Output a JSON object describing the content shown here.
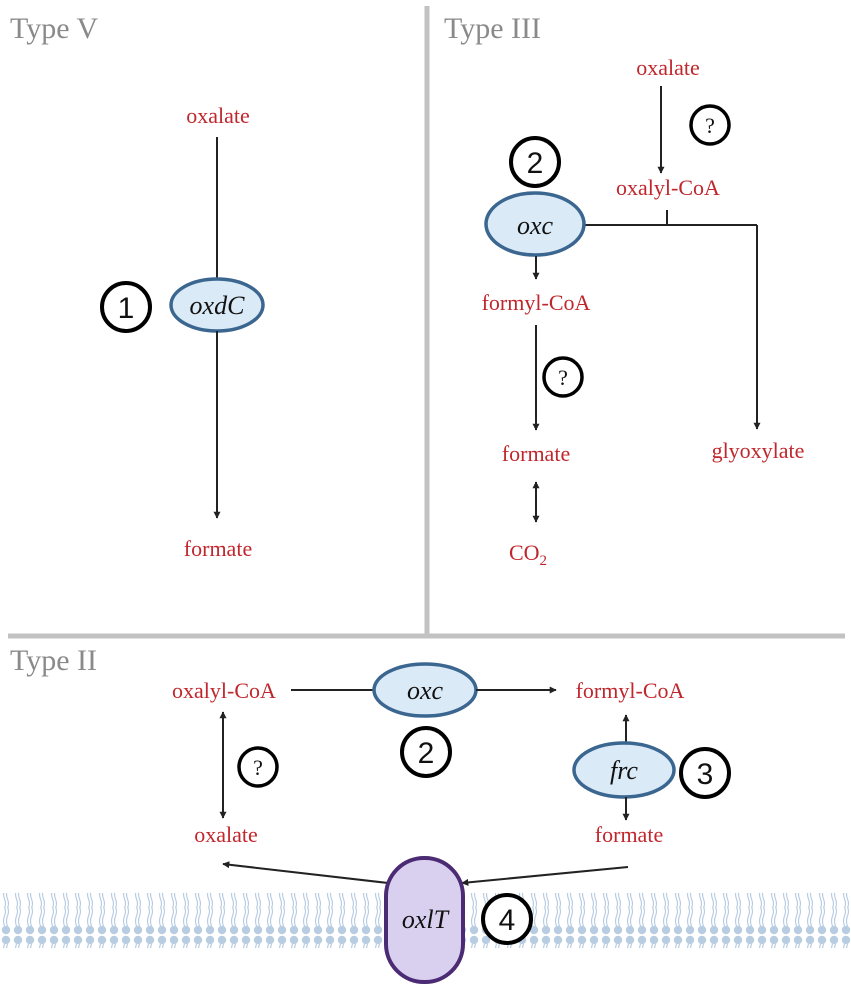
{
  "panels": {
    "type_v": {
      "title": "Type V",
      "enzyme": "oxdC",
      "number": "1",
      "top": "oxalate",
      "bottom": "formate"
    },
    "type_iii": {
      "title": "Type III",
      "enzyme": "oxc",
      "number": "2",
      "oxalate": "oxalate",
      "question_1": "?",
      "oxalyl_coa": "oxalyl-CoA",
      "formyl_coa": "formyl-CoA",
      "question_2": "?",
      "formate": "formate",
      "glyoxylate": "glyoxylate",
      "co2": "CO",
      "co2_sub": "2"
    },
    "type_ii": {
      "title": "Type II",
      "oxalyl_coa": "oxalyl-CoA",
      "oxc_enzyme": "oxc",
      "oxc_number": "2",
      "formyl_coa": "formyl-CoA",
      "question": "?",
      "frc_enzyme": "frc",
      "frc_number": "3",
      "oxalate": "oxalate",
      "formate": "formate",
      "transporter": "oxlT",
      "transporter_number": "4"
    }
  },
  "colors": {
    "metabolite": "#c0272d",
    "panel_title": "#8a8a8a",
    "enzyme_fill": "#dbeaf7",
    "enzyme_stroke": "#3a6690",
    "transporter_fill": "#d9d0f0",
    "transporter_stroke": "#4b2b74",
    "membrane": "#b8cde3",
    "divider": "#c2c2c2"
  }
}
